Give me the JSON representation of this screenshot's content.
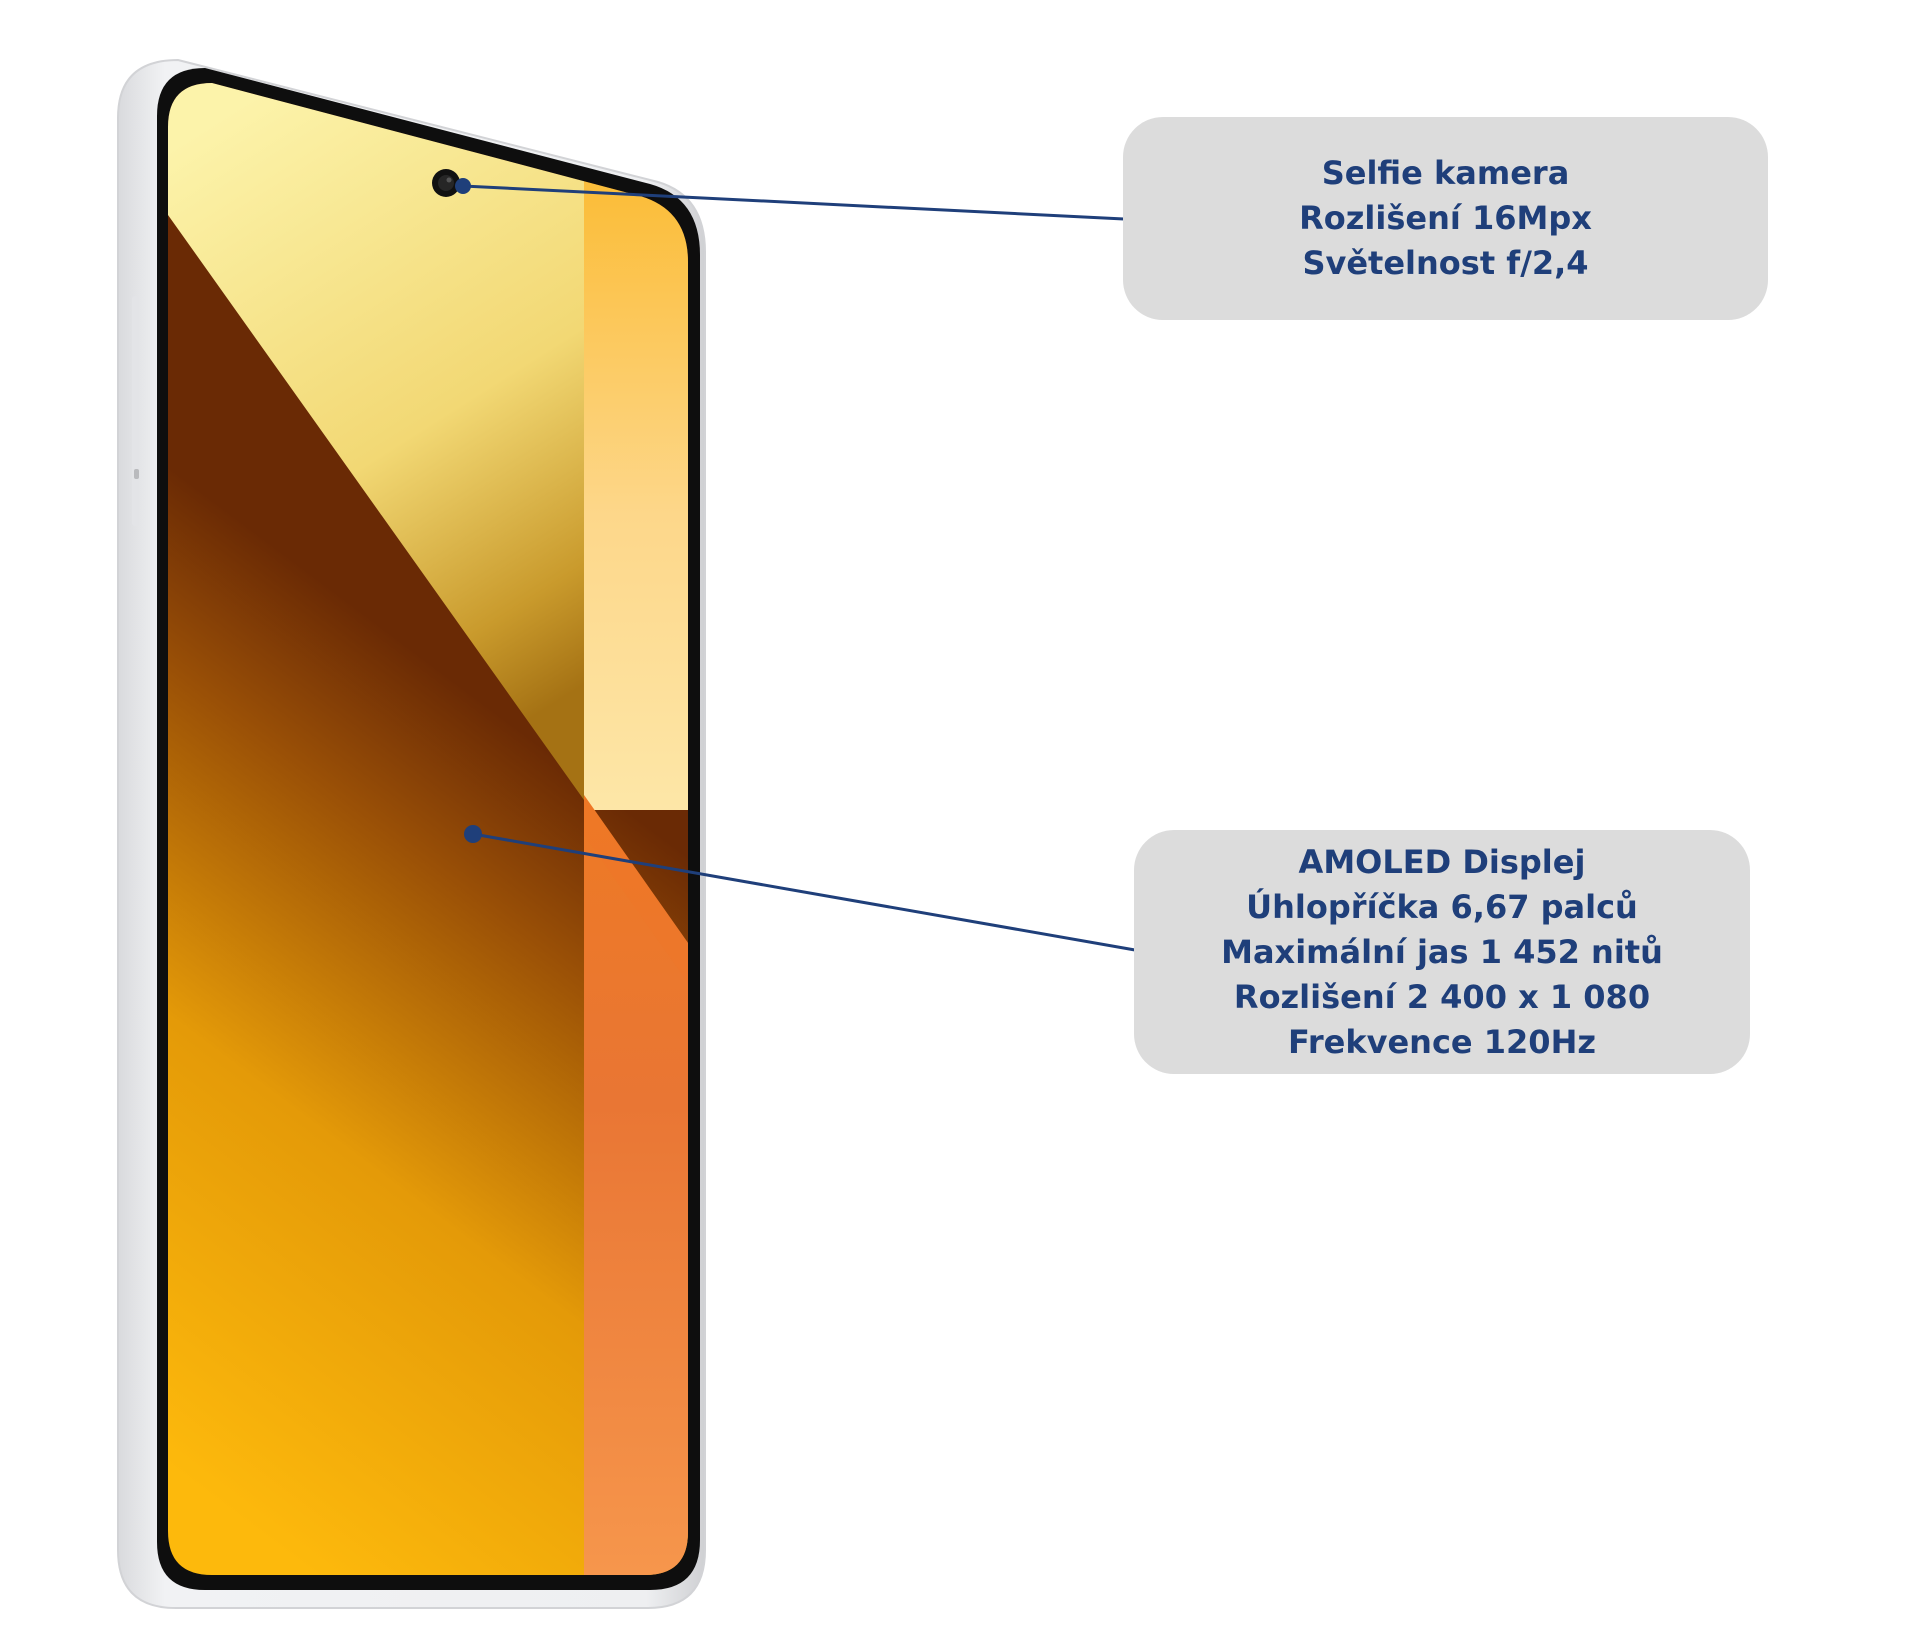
{
  "callouts": {
    "camera": {
      "lines": [
        "Selfie kamera",
        "Rozlišení 16Mpx",
        "Světelnost f/2,4"
      ]
    },
    "display": {
      "lines": [
        "AMOLED Displej",
        "Úhlopříčka 6,67 palců",
        "Maximální jas 1 452 nitů",
        "Rozlišení 2 400 x 1 080",
        "Frekvence 120Hz"
      ]
    }
  },
  "colors": {
    "callout_background": "#dcdcdc",
    "callout_text": "#1f3f7a",
    "leader_line": "#1f3f7a",
    "phone_frame": "#e9eaed",
    "screen_yellow_light": "#fbf0a8",
    "screen_amber": "#fbb60e",
    "screen_dark_brown": "#6a2a05",
    "screen_orange": "#f48a3a"
  }
}
